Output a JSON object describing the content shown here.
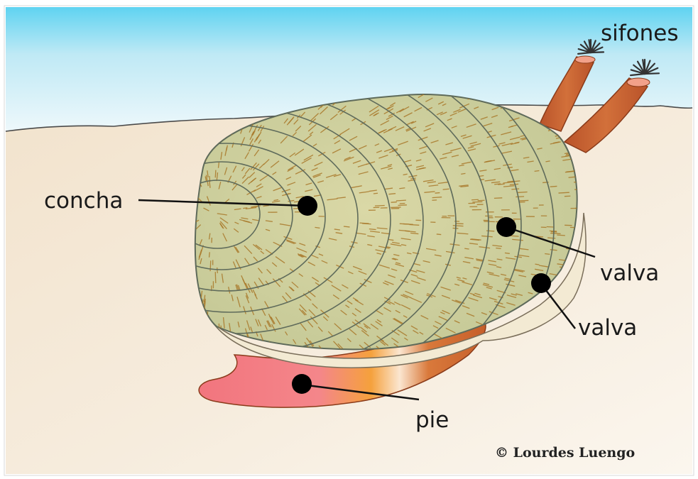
{
  "labels": {
    "sifones": "sifones",
    "concha": "concha",
    "valva_upper": "valva",
    "valva_lower": "valva",
    "pie": "pie"
  },
  "credit": "© Lourdes Luengo",
  "colors": {
    "water_top": "#6fd6f2",
    "water_bottom": "#eef8fb",
    "sand": "#f3e6d2",
    "shell": "#cfd19a",
    "shell_lines": "#5e6a5a",
    "shell_hatch": "#a9782a",
    "lower_valve": "#f1e7cf",
    "siphon": "#c9622b",
    "foot": "#f4787c",
    "foot_orange": "#f4a23e"
  }
}
